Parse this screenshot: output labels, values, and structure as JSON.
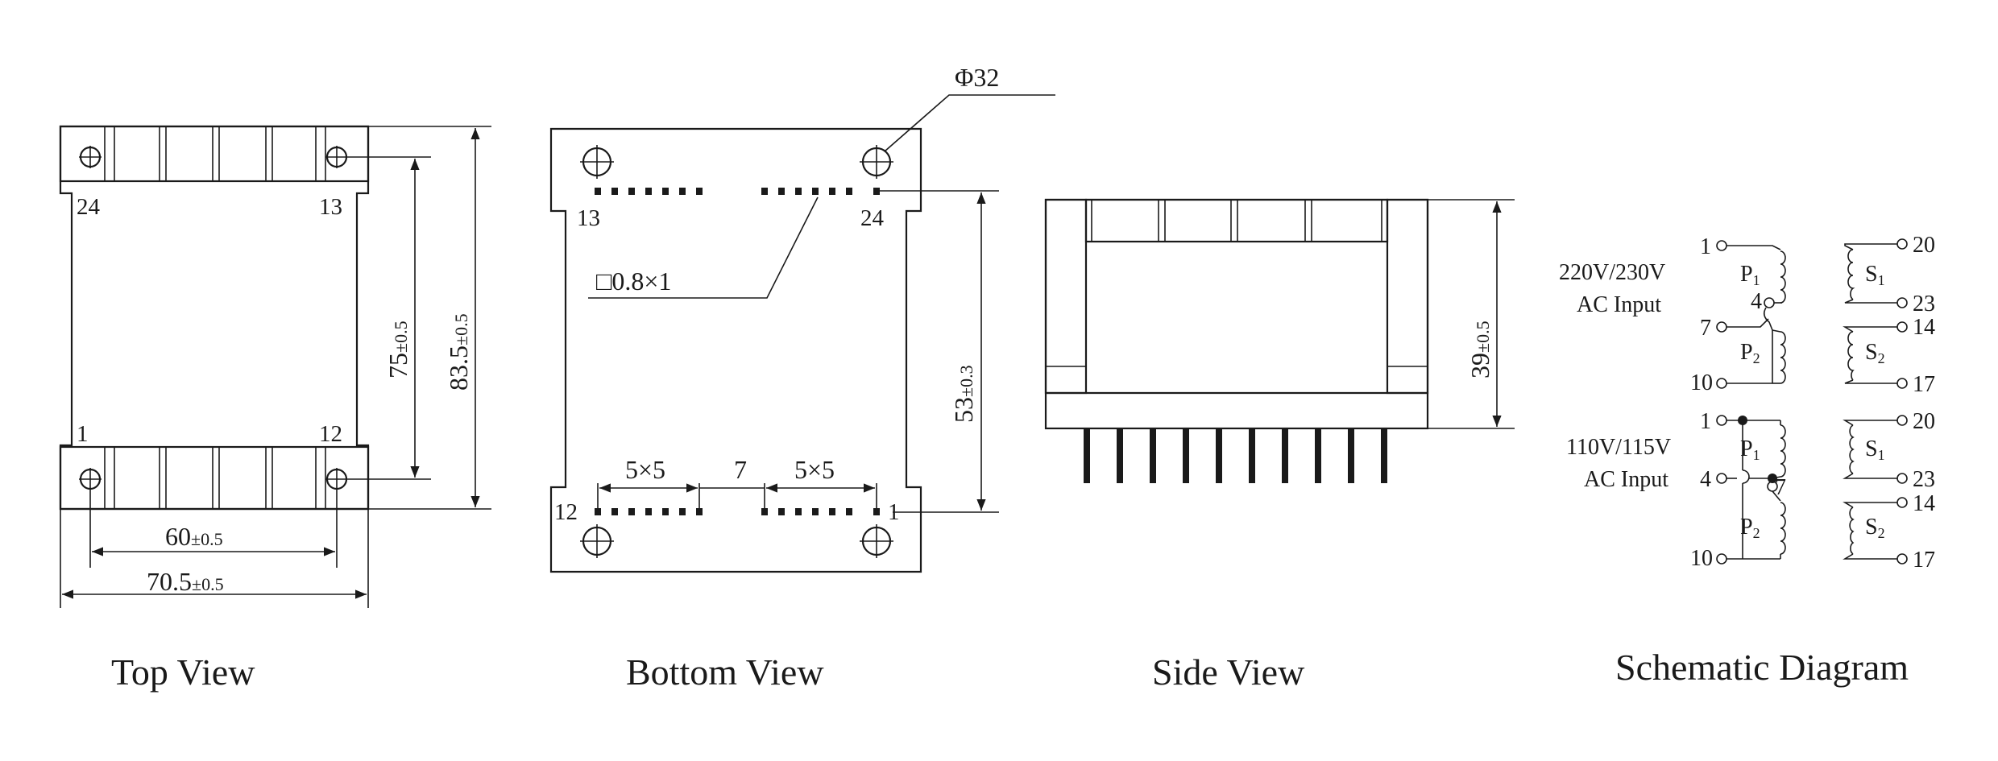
{
  "views": {
    "top": {
      "caption": "Top View",
      "pins": {
        "tl": "24",
        "tr": "13",
        "bl": "1",
        "br": "12"
      },
      "dims": {
        "inner_height_main": "75",
        "inner_height_tol": "±0.5",
        "outer_height_main": "83.5",
        "outer_height_tol": "±0.5",
        "inner_width_main": "60",
        "inner_width_tol": "±0.5",
        "outer_width_main": "70.5",
        "outer_width_tol": "±0.5"
      }
    },
    "bottom": {
      "caption": "Bottom View",
      "pins": {
        "tl": "13",
        "tr": "24",
        "bl": "12",
        "br": "1"
      },
      "dims": {
        "hole": "Φ32",
        "pin_size": "□0.8×1",
        "pitch_left": "5×5",
        "gap": "7",
        "pitch_right": "5×5",
        "height_main": "53",
        "height_tol": "±0.3"
      }
    },
    "side": {
      "caption": "Side View",
      "dims": {
        "height_main": "39",
        "height_tol": "±0.5"
      }
    },
    "schematic": {
      "caption": "Schematic Diagram",
      "upper": {
        "label_line1": "220V/230V",
        "label_line2": "AC Input",
        "primary_pins": [
          "1",
          "4",
          "7",
          "10"
        ],
        "secondary_pins": [
          "20",
          "23",
          "14",
          "17"
        ],
        "p1": "P",
        "p1_sub": "1",
        "p2": "P",
        "p2_sub": "2",
        "s1": "S",
        "s1_sub": "1",
        "s2": "S",
        "s2_sub": "2"
      },
      "lower": {
        "label_line1": "110V/115V",
        "label_line2": "AC Input",
        "primary_pins": [
          "1",
          "4",
          "7",
          "10"
        ],
        "secondary_pins": [
          "20",
          "23",
          "14",
          "17"
        ],
        "p1": "P",
        "p1_sub": "1",
        "p2": "P",
        "p2_sub": "2",
        "s1": "S",
        "s1_sub": "1",
        "s2": "S",
        "s2_sub": "2"
      }
    }
  }
}
